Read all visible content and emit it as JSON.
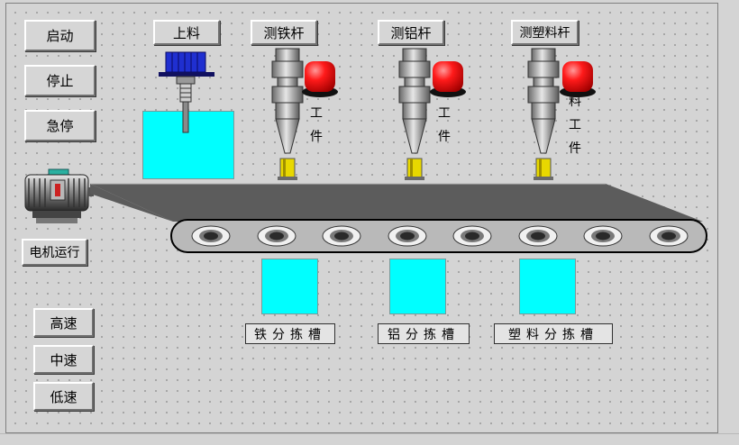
{
  "controls": {
    "start_label": "启动",
    "stop_label": "停止",
    "estop_label": "急停",
    "motor_run_label": "电机运行",
    "high_speed_label": "高速",
    "mid_speed_label": "中速",
    "low_speed_label": "低速"
  },
  "feeder": {
    "label": "上料"
  },
  "sensors": [
    {
      "label": "测铁杆",
      "workpiece_chars": [
        "工",
        "件"
      ]
    },
    {
      "label": "测铝杆",
      "workpiece_chars": [
        "工",
        "件"
      ]
    },
    {
      "label": "测塑料杆",
      "workpiece_chars": [
        "料",
        "工",
        "件"
      ]
    }
  ],
  "bins": [
    {
      "label": "铁分拣槽"
    },
    {
      "label": "铝分拣槽"
    },
    {
      "label": "塑料分拣槽"
    }
  ],
  "colors": {
    "bin_fill": "#00ffff",
    "indicator_red": "#ff1a1a",
    "belt_dark": "#5c5c5c",
    "sensor_tip": "#e8d800",
    "motor_blue": "#1f2fd0"
  }
}
